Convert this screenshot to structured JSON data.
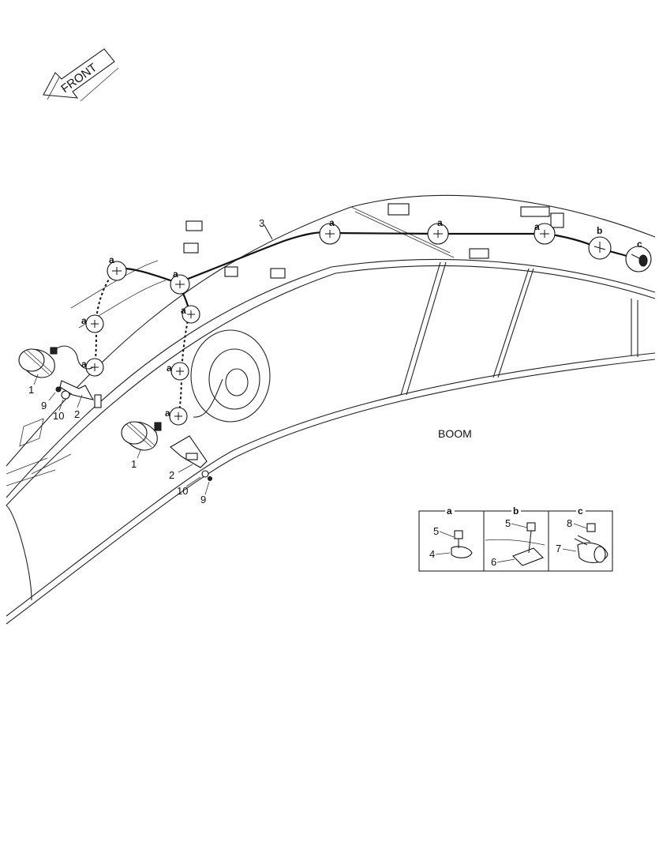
{
  "direction_arrow": {
    "label": "FRONT"
  },
  "boom_label": "BOOM",
  "wire_label": "3",
  "clamp_detail_letters": {
    "a": "a",
    "b": "b",
    "c": "c"
  },
  "callouts": {
    "lamp": "1",
    "bracket": "2",
    "bolt": "9",
    "washer": "10"
  },
  "detail_box": {
    "panels": [
      {
        "letter": "a",
        "parts": [
          "5",
          "4"
        ]
      },
      {
        "letter": "b",
        "parts": [
          "5",
          "6"
        ]
      },
      {
        "letter": "c",
        "parts": [
          "8",
          "7"
        ]
      }
    ]
  }
}
